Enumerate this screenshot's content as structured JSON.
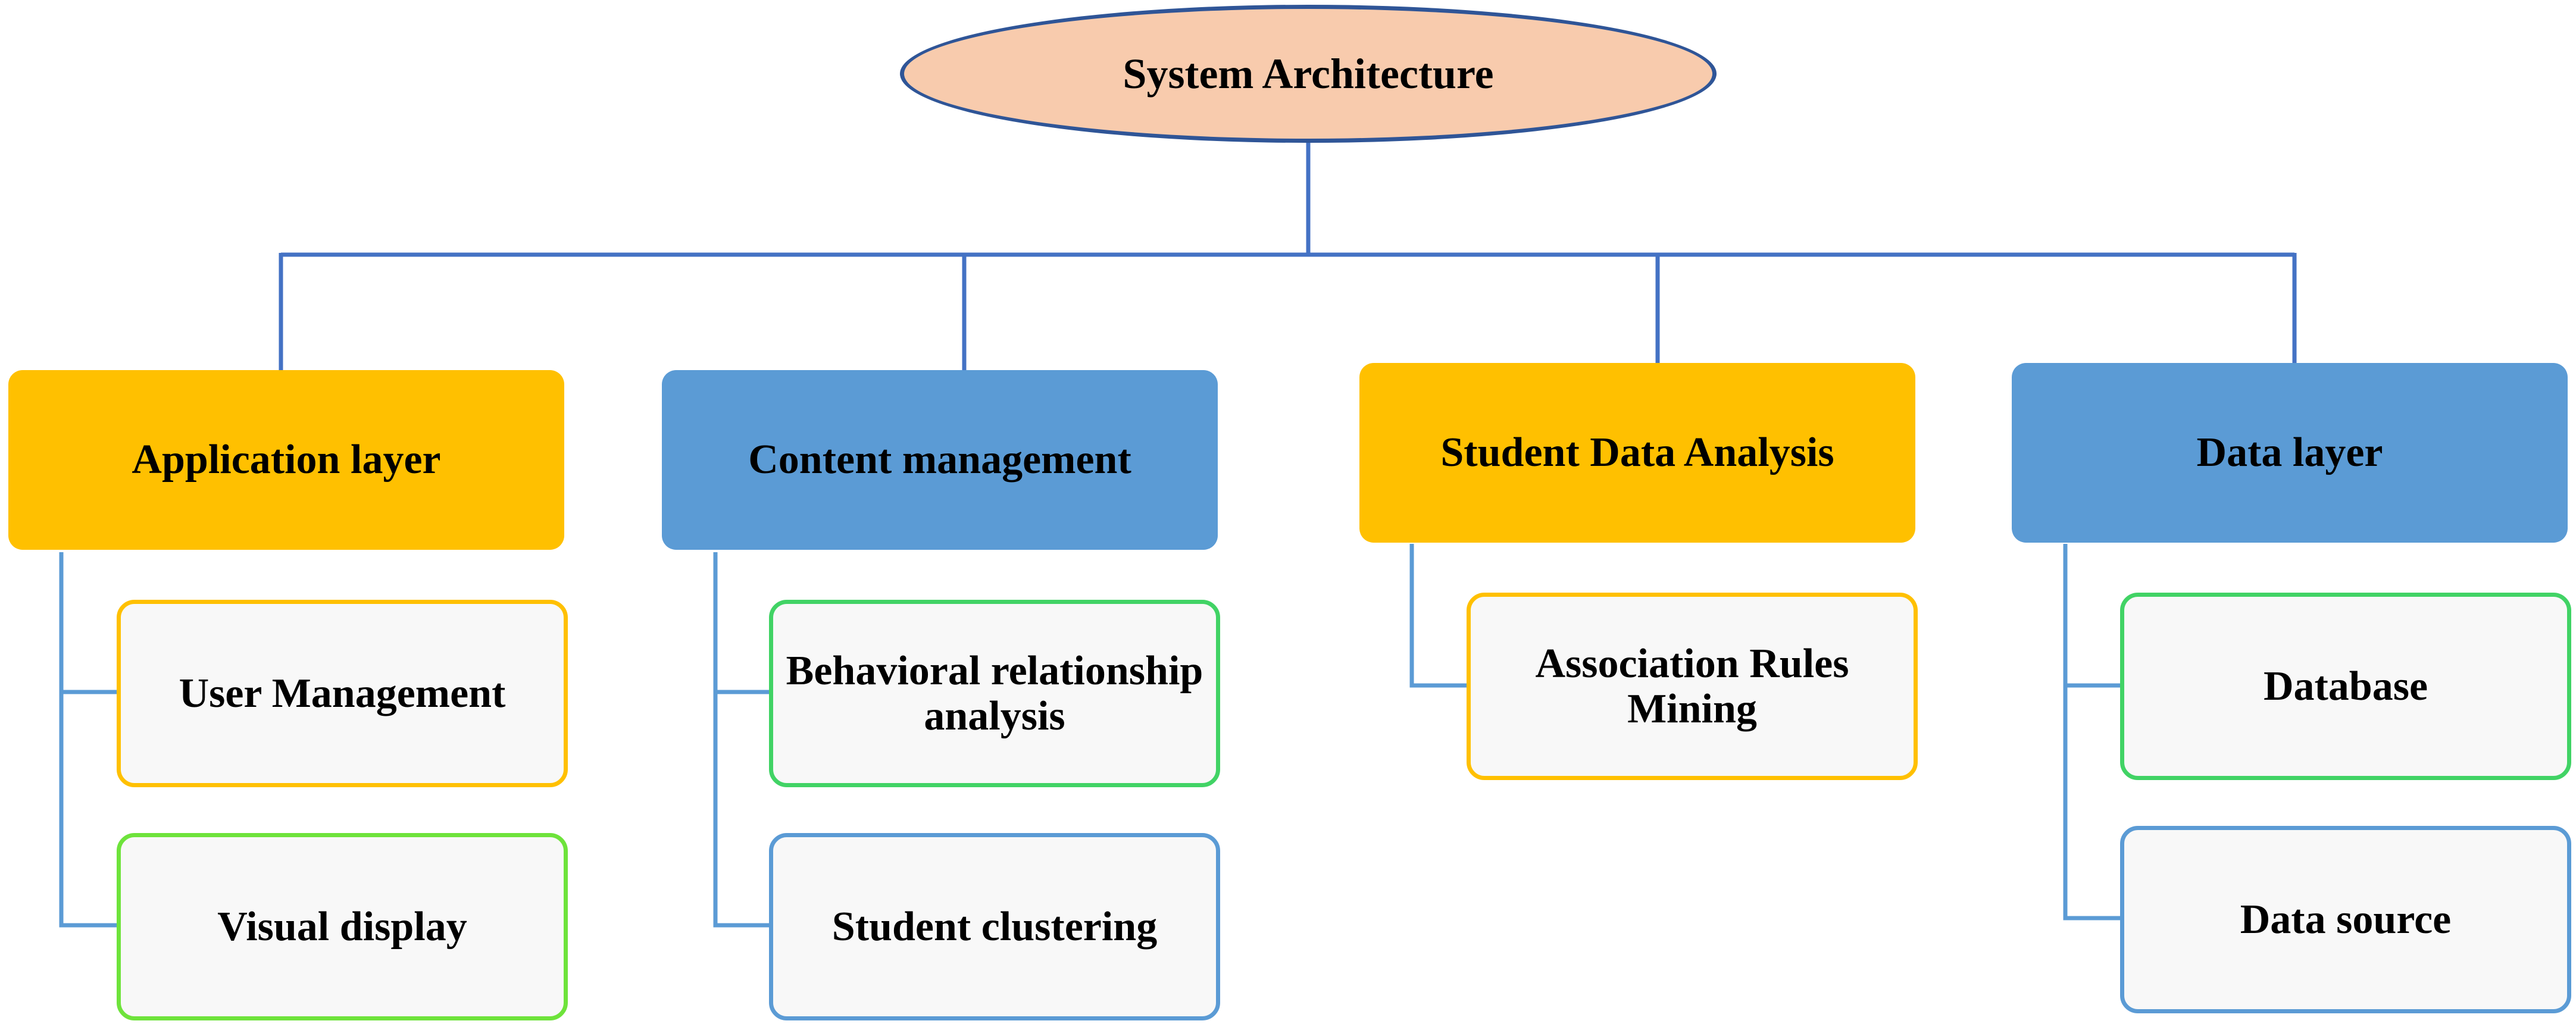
{
  "title": "System Architecture",
  "layers": [
    {
      "label": "Application layer",
      "color": "#ffc000",
      "children": [
        {
          "label": "User Management",
          "border": "#ffc000"
        },
        {
          "label": "Visual display",
          "border": "#6ee33b"
        }
      ]
    },
    {
      "label": "Content management",
      "color": "#5b9bd5",
      "children": [
        {
          "label": "Behavioral relationship analysis",
          "border": "#41d365"
        },
        {
          "label": "Student clustering",
          "border": "#5b9bd5"
        }
      ]
    },
    {
      "label": "Student Data Analysis",
      "color": "#ffc000",
      "children": [
        {
          "label": "Association Rules Mining",
          "border": "#ffc000"
        }
      ]
    },
    {
      "label": "Data layer",
      "color": "#5b9bd5",
      "children": [
        {
          "label": "Database",
          "border": "#41d365"
        },
        {
          "label": "Data source",
          "border": "#5b9bd5"
        }
      ]
    }
  ],
  "colors": {
    "root_fill": "#f8cbad",
    "root_border": "#2f5597",
    "connector": "#4472c4",
    "child_connector": "#5b9bd5"
  }
}
